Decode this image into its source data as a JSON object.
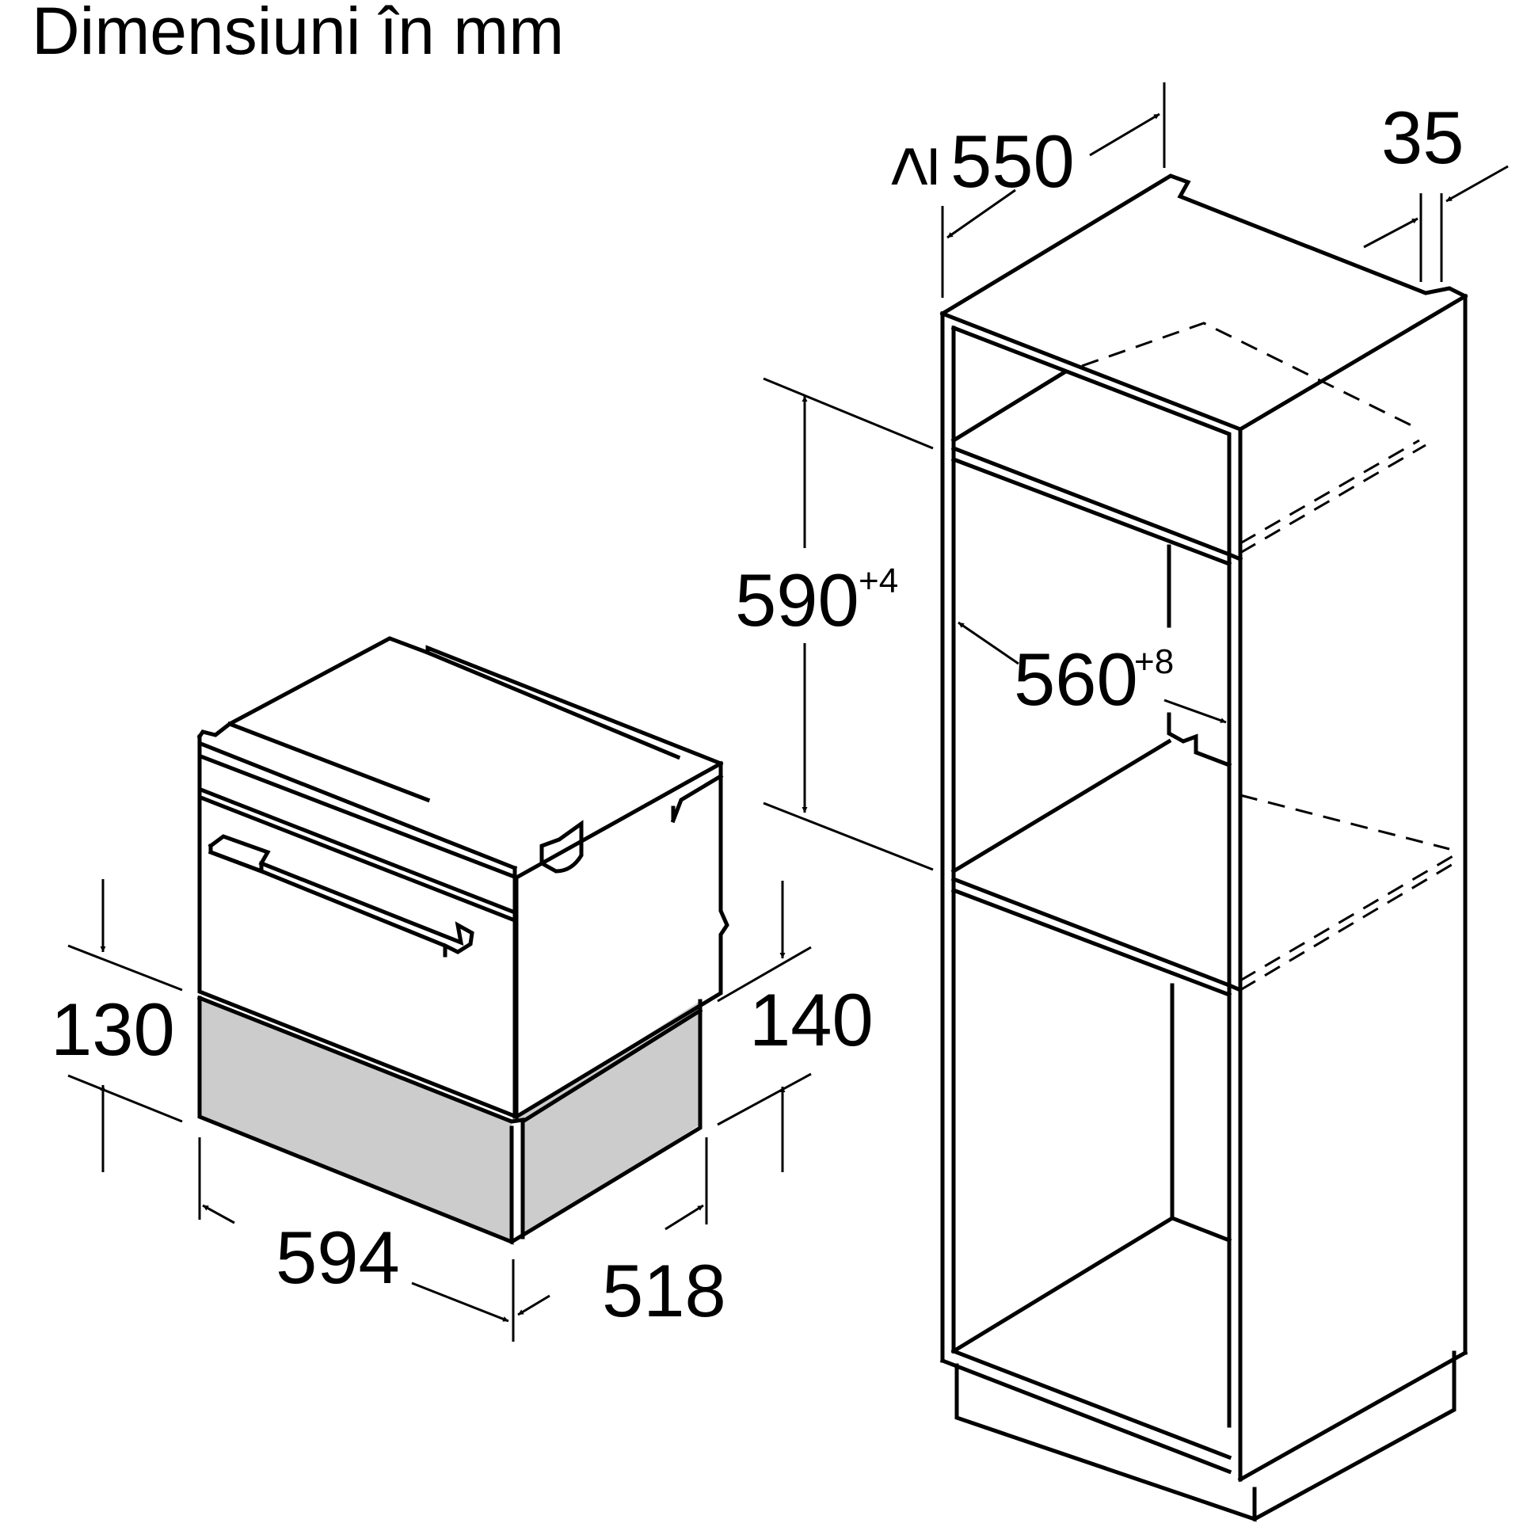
{
  "title": "Dimensiuni în mm",
  "dimensions": {
    "niche_depth": {
      "prefix": "≥",
      "value": "550"
    },
    "panel_offset": "35",
    "niche_height": {
      "value": "590",
      "tolerance": "+4"
    },
    "niche_width": {
      "value": "560",
      "tolerance": "+8"
    },
    "drawer_front_height": "130",
    "drawer_height": "140",
    "appliance_width": "594",
    "appliance_depth": "518"
  },
  "colors": {
    "drawer_fill": "#cccccc",
    "line": "#000000"
  }
}
